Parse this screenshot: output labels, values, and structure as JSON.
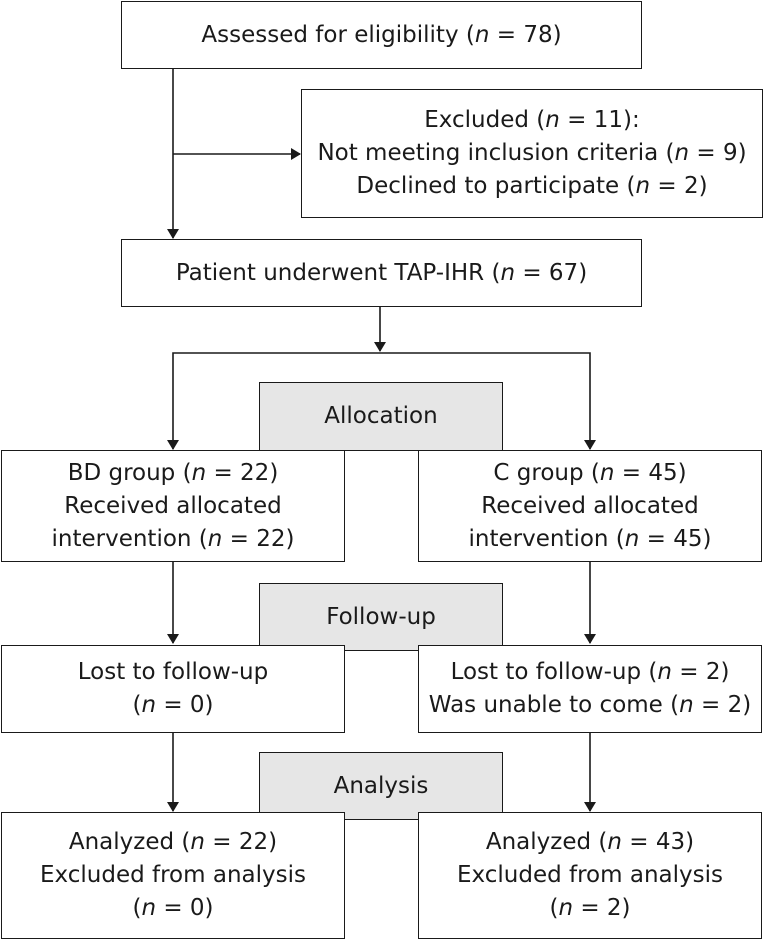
{
  "boxes": {
    "assessed": {
      "lines": [
        {
          "pre": "Assessed for eligibility (",
          "n": "n",
          "post": " = 78)"
        }
      ]
    },
    "excluded": {
      "lines": [
        {
          "pre": "Excluded (",
          "n": "n",
          "post": " = 11):"
        },
        {
          "pre": "Not meeting inclusion criteria (",
          "n": "n",
          "post": " = 9)"
        },
        {
          "pre": "Declined to participate (",
          "n": "n",
          "post": " = 2)"
        }
      ]
    },
    "underwent": {
      "lines": [
        {
          "pre": "Patient underwent TAP-IHR (",
          "n": "n",
          "post": " = 67)"
        }
      ]
    },
    "allocation": {
      "lines": [
        {
          "pre": "Allocation",
          "n": "",
          "post": ""
        }
      ]
    },
    "bd_group": {
      "lines": [
        {
          "pre": "BD group (",
          "n": "n",
          "post": " = 22)"
        },
        {
          "pre": "Received allocated",
          "n": "",
          "post": ""
        },
        {
          "pre": "intervention (",
          "n": "n",
          "post": " = 22)"
        }
      ]
    },
    "c_group": {
      "lines": [
        {
          "pre": "C group (",
          "n": "n",
          "post": " = 45)"
        },
        {
          "pre": "Received allocated",
          "n": "",
          "post": ""
        },
        {
          "pre": "intervention (",
          "n": "n",
          "post": " = 45)"
        }
      ]
    },
    "followup": {
      "lines": [
        {
          "pre": "Follow-up",
          "n": "",
          "post": ""
        }
      ]
    },
    "bd_lost": {
      "lines": [
        {
          "pre": "Lost to follow-up",
          "n": "",
          "post": ""
        },
        {
          "pre": "(",
          "n": "n",
          "post": " = 0)"
        }
      ]
    },
    "c_lost": {
      "lines": [
        {
          "pre": "Lost to follow-up (",
          "n": "n",
          "post": " = 2)"
        },
        {
          "pre": "Was unable to come (",
          "n": "n",
          "post": " = 2)"
        }
      ]
    },
    "analysis": {
      "lines": [
        {
          "pre": "Analysis",
          "n": "",
          "post": ""
        }
      ]
    },
    "bd_analyzed": {
      "lines": [
        {
          "pre": "Analyzed (",
          "n": "n",
          "post": " = 22)"
        },
        {
          "pre": "Excluded from analysis",
          "n": "",
          "post": ""
        },
        {
          "pre": "(",
          "n": "n",
          "post": " = 0)"
        }
      ]
    },
    "c_analyzed": {
      "lines": [
        {
          "pre": "Analyzed (",
          "n": "n",
          "post": " = 43)"
        },
        {
          "pre": "Excluded from analysis",
          "n": "",
          "post": ""
        },
        {
          "pre": "(",
          "n": "n",
          "post": " = 2)"
        }
      ]
    }
  }
}
